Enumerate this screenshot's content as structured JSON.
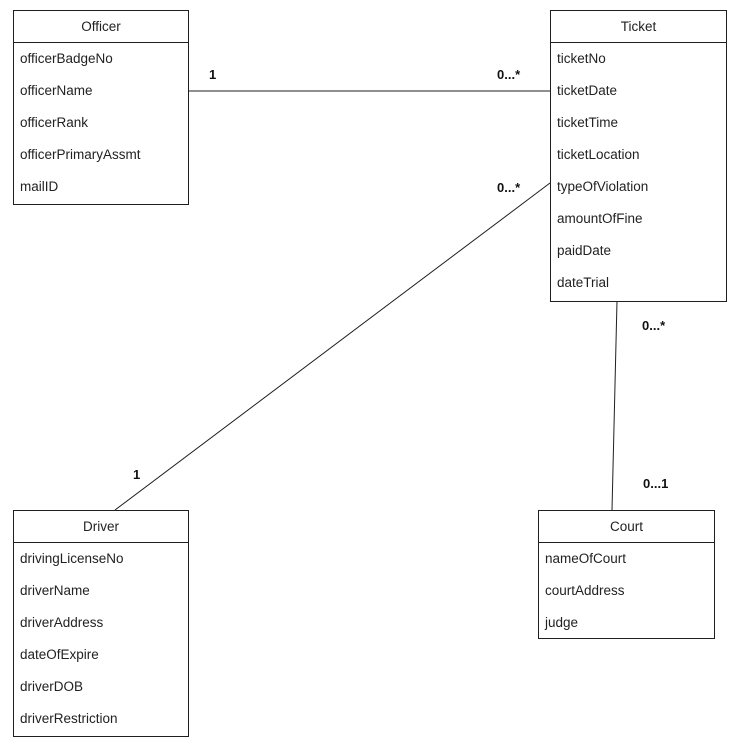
{
  "entities": {
    "officer": {
      "title": "Officer",
      "attributes": [
        "officerBadgeNo",
        "officerName",
        "officerRank",
        "officerPrimaryAssmt",
        "mailID"
      ]
    },
    "ticket": {
      "title": "Ticket",
      "attributes": [
        "ticketNo",
        "ticketDate",
        "ticketTime",
        "ticketLocation",
        "typeOfViolation",
        "amountOfFine",
        "paidDate",
        "dateTrial"
      ]
    },
    "driver": {
      "title": "Driver",
      "attributes": [
        "drivingLicenseNo",
        "driverName",
        "driverAddress",
        "dateOfExpire",
        "driverDOB",
        "driverRestriction"
      ]
    },
    "court": {
      "title": "Court",
      "attributes": [
        "nameOfCourt",
        "courtAddress",
        "judge"
      ]
    }
  },
  "relationships": {
    "officer_ticket": {
      "from": "officer",
      "to": "ticket",
      "from_mult": "1",
      "to_mult": "0...*"
    },
    "driver_ticket": {
      "from": "driver",
      "to": "ticket",
      "from_mult": "1",
      "to_mult": "0...*"
    },
    "ticket_court": {
      "from": "ticket",
      "to": "court",
      "from_mult": "0...*",
      "to_mult": "0...1"
    }
  },
  "colors": {
    "line": "#1f1f1f",
    "background": "#ffffff",
    "page": "#f4f4f4"
  }
}
